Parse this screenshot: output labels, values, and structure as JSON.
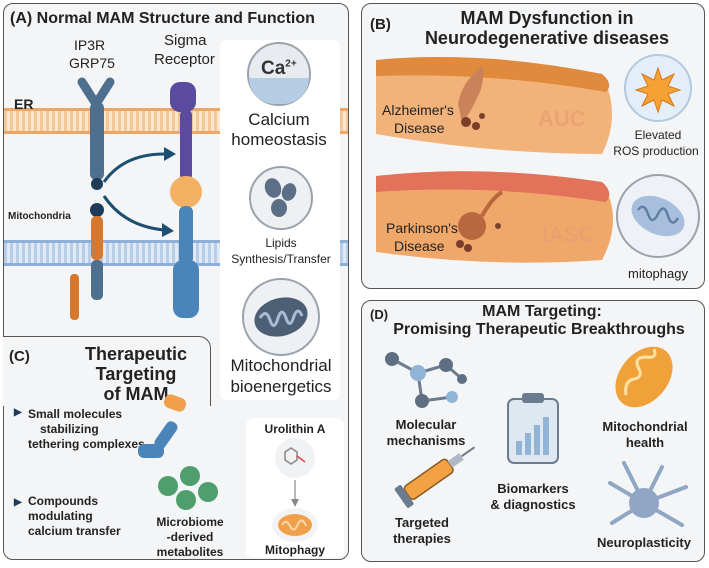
{
  "panelA": {
    "title": "(A) Normal MAM Structure and Function",
    "receptor1": "IP3R",
    "receptor2": "GRP75",
    "sigma1": "Sigma",
    "sigma2": "Receptor",
    "er": "ER",
    "mito": "Mitochondria",
    "ca": "Ca",
    "ca_sup": "2+",
    "calcium1": "Calcium",
    "calcium2": "homeostasis",
    "lipids1": "Lipids",
    "lipids2": "Synthesis/Transfer",
    "bio1": "Mitochondrial",
    "bio2": "bioenergetics"
  },
  "panelB": {
    "title1": "MAM Dysfunction in",
    "title2": "Neurodegenerative diseases",
    "tag": "(B)",
    "alz1": "Alzheimer's",
    "alz2": "Disease",
    "park1": "Parkinson's",
    "park2": "Disease",
    "ros1": "Elevated",
    "ros2": "ROS production",
    "mitophagy": "mitophagy"
  },
  "panelC": {
    "tag": "(C)",
    "title1": "Therapeutic",
    "title2": "Targeting",
    "title3": "of MAM",
    "item1a": "Small molecules",
    "item1b": "stabilizing",
    "item1c": "tethering complexes",
    "item2a": "Compounds",
    "item2b": "modulating",
    "item2c": "calcium transfer",
    "micro1": "Microbiome",
    "micro2": "-derived",
    "micro3": "metabolites",
    "urolithin": "Urolithin A",
    "mitophagy": "Mitophagy"
  },
  "panelD": {
    "tag": "(D)",
    "title1": "MAM Targeting:",
    "title2": "Promising Therapeutic Breakthroughs",
    "mol1": "Molecular",
    "mol2": "mechanisms",
    "bio1": "Biomarkers",
    "bio2": "& diagnostics",
    "mh1": "Mitochondrial",
    "mh2": "health",
    "tt1": "Targeted",
    "tt2": "therapies",
    "neuro": "Neuroplasticity"
  }
}
